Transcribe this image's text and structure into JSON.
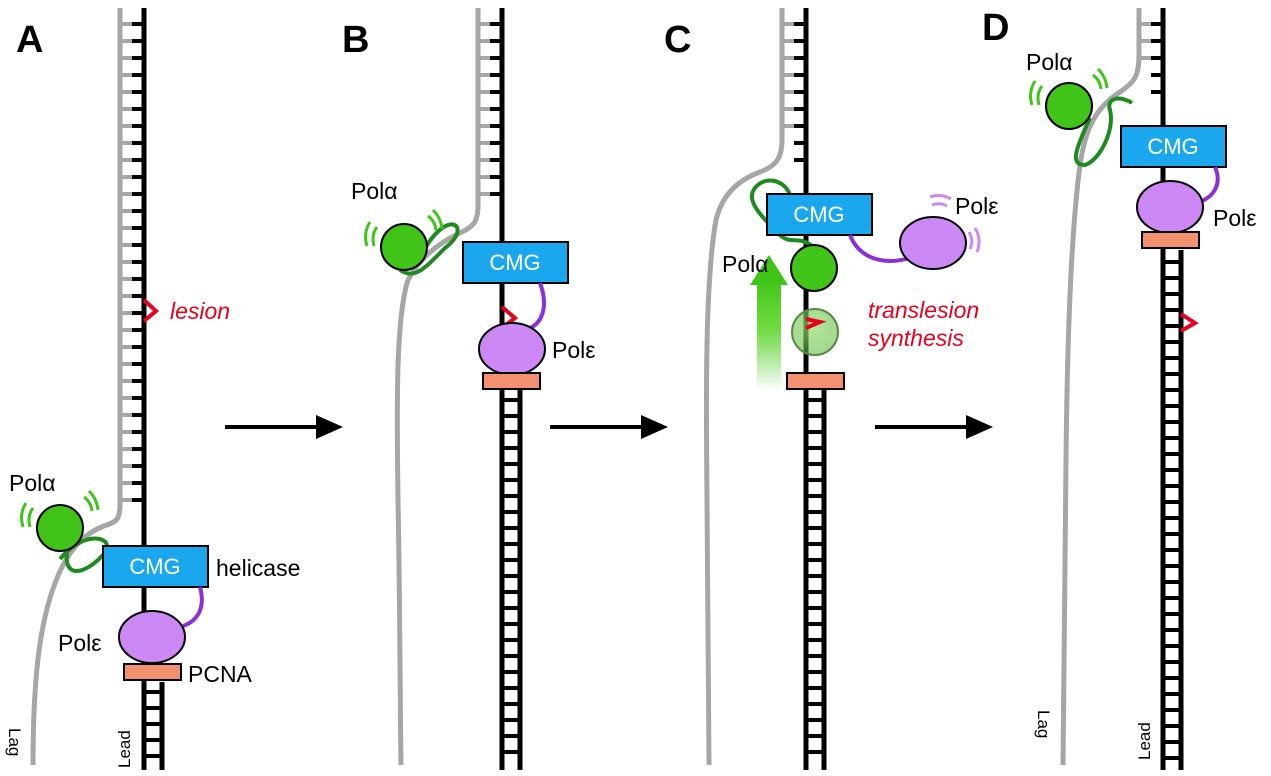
{
  "panels": {
    "a": {
      "label": "A",
      "pol_alpha": "Polα",
      "cmg": "CMG",
      "helicase": "helicase",
      "pol_epsilon": "Polε",
      "pcna": "PCNA",
      "lesion": "lesion",
      "lag": "Lag",
      "lead": "Lead"
    },
    "b": {
      "label": "B",
      "pol_alpha": "Polα",
      "cmg": "CMG",
      "pol_epsilon": "Polε"
    },
    "c": {
      "label": "C",
      "pol_alpha": "Polα",
      "cmg": "CMG",
      "pol_epsilon": "Polε",
      "tls_line1": "translesion",
      "tls_line2": "synthesis"
    },
    "d": {
      "label": "D",
      "pol_alpha": "Polα",
      "cmg": "CMG",
      "pol_epsilon": "Polε",
      "lag": "Lag",
      "lead": "Lead"
    }
  },
  "colors": {
    "template_strand": "#000000",
    "unreplicated_strand": "#a6a6a6",
    "lesion": "#e8001c",
    "cmg": "#1aa7ee",
    "pol_alpha": "#3fc417",
    "pol_alpha_linker": "#1f8a1f",
    "pol_epsilon": "#cc88f5",
    "pol_epsilon_linker": "#8c2fd6",
    "pcna": "#f39070",
    "arrow": "#000000"
  },
  "icons": {
    "vibration_marks": "motion-lines-icon",
    "step_arrow": "right-arrow-icon",
    "tls_arrow": "up-gradient-arrow-icon"
  }
}
